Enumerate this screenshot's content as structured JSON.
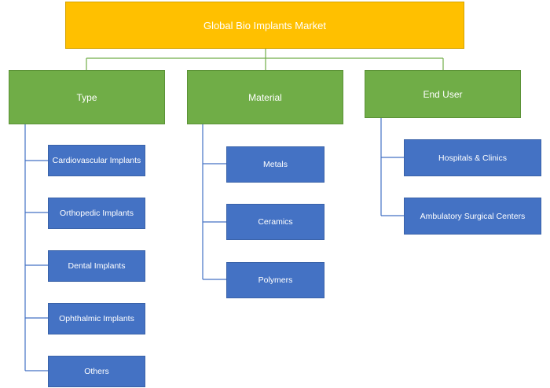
{
  "root": {
    "label": "Global Bio Implants Market"
  },
  "categories": [
    {
      "label": "Type",
      "items": [
        "Cardiovascular Implants",
        "Orthopedic Implants",
        "Dental Implants",
        "Ophthalmic Implants",
        "Others"
      ]
    },
    {
      "label": "Material",
      "items": [
        "Metals",
        "Ceramics",
        "Polymers"
      ]
    },
    {
      "label": "End User",
      "items": [
        "Hospitals & Clinics",
        "Ambulatory Surgical Centers"
      ]
    }
  ],
  "colors": {
    "root_fill": "#ffc000",
    "category_fill": "#70ad47",
    "leaf_fill": "#4472c4",
    "text": "#ffffff"
  }
}
